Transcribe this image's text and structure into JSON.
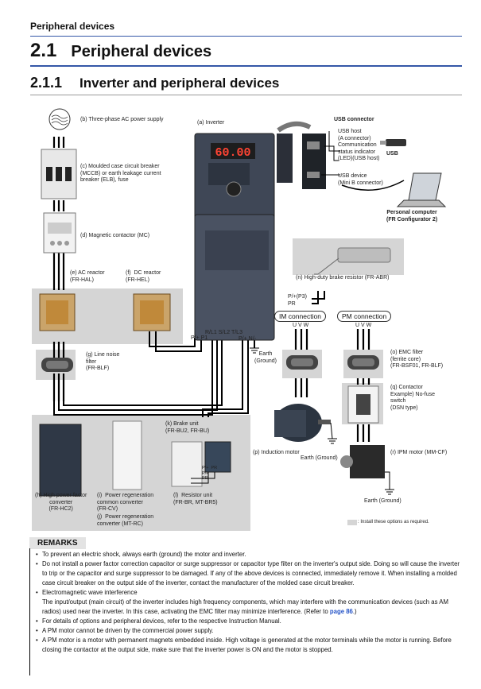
{
  "header": "Peripheral devices",
  "section": {
    "number": "2.1",
    "title": "Peripheral devices"
  },
  "subsection": {
    "number": "2.1.1",
    "title": "Inverter and peripheral devices"
  },
  "labels": {
    "power_supply": "(b) Three-phase AC power supply",
    "inverter": "(a) Inverter",
    "inverter_display": "60.00",
    "usb_connector": "USB connector",
    "usb_host": "USB host\n(A connector)\nCommunication\nstatus indicator\n(LED)(USB host)",
    "usb": "USB",
    "usb_device": "USB device\n(Mini B connector)",
    "pc": "Personal computer\n(FR Configurator 2)",
    "mccb": "(c) Moulded case circuit breaker\n(MCCB) or earth leakage current\nbreaker (ELB), fuse",
    "mc": "(d) Magnetic contactor (MC)",
    "ac_reactor": "(e) AC reactor\n(FR-HAL)",
    "dc_reactor": "(f)  DC reactor\n(FR-HEL)",
    "brake_resistor": "(n) High-duty brake resistor (FR-ABR)",
    "p3_pr": "P/+(P3)\nPR",
    "im_connection": "IM connection",
    "pm_connection": "PM connection",
    "uvw_im": "U V W",
    "uvw_pm": "U V W",
    "rst": "R/L1 S/L2 T/L3",
    "p_p1": "P/+ P1",
    "p_n": "P/+ N/-",
    "earth_ground": "Earth\n(Ground)",
    "line_noise_filter": "(g) Line noise\nfilter\n(FR-BLF)",
    "emc_filter": "(o) EMC filter\n(ferrite core)\n(FR-BSF01, FR-BLF)",
    "contactor": "(q) Contactor\nExample) No-fuse\nswitch\n(DSN type)",
    "induction_motor": "(p) Induction motor",
    "earth_ground_im": "Earth (Ground)",
    "ipm_motor": "(r)  IPM motor (MM-CF)",
    "earth_ground_pm": "Earth (Ground)",
    "brake_unit": "(k) Brake unit\n(FR-BU2, FR-BU)",
    "high_pf_converter": "(h) High power factor\nconverter\n(FR-HC2)",
    "power_regen_common": "(i)  Power regeneration\ncommon converter\n(FR-CV)",
    "power_regen_conv": "(j)  Power regeneration\nconverter (MT-RC)",
    "resistor_unit": "(l)  Resistor unit\n(FR-BR, MT-BR5)",
    "p_pr_unit": "P/+  PR\nP/+\nPR",
    "legend": ": Install these options as required."
  },
  "remarks": {
    "title": "REMARKS",
    "items": [
      "To prevent an electric shock, always earth (ground) the motor and inverter.",
      "Do not install a power factor correction capacitor or surge suppressor or capacitor type filter on the inverter's output side. Doing so will cause the inverter to trip or the capacitor and surge suppressor to be damaged. If any of the above devices is connected, immediately remove it. When installing a molded case circuit breaker on the output side of the inverter, contact the manufacturer of the molded case circuit breaker.",
      "Electromagnetic wave interference",
      "For details of options and peripheral devices, refer to the respective Instruction Manual.",
      "A PM motor cannot be driven by the commercial power supply.",
      "A PM motor is a motor with permanent magnets embedded inside. High voltage is generated at the motor terminals while the motor is running. Before closing the contactor at the output side, make sure that the inverter power is ON and the motor is stopped."
    ],
    "emi_text": "The input/output (main circuit) of the inverter includes high frequency components, which may interfere with the communication devices (such as AM radios) used near the inverter. In this case, activating the EMC filter may minimize interference. (Refer to ",
    "emi_link": "page 86",
    "emi_end": ".)"
  }
}
